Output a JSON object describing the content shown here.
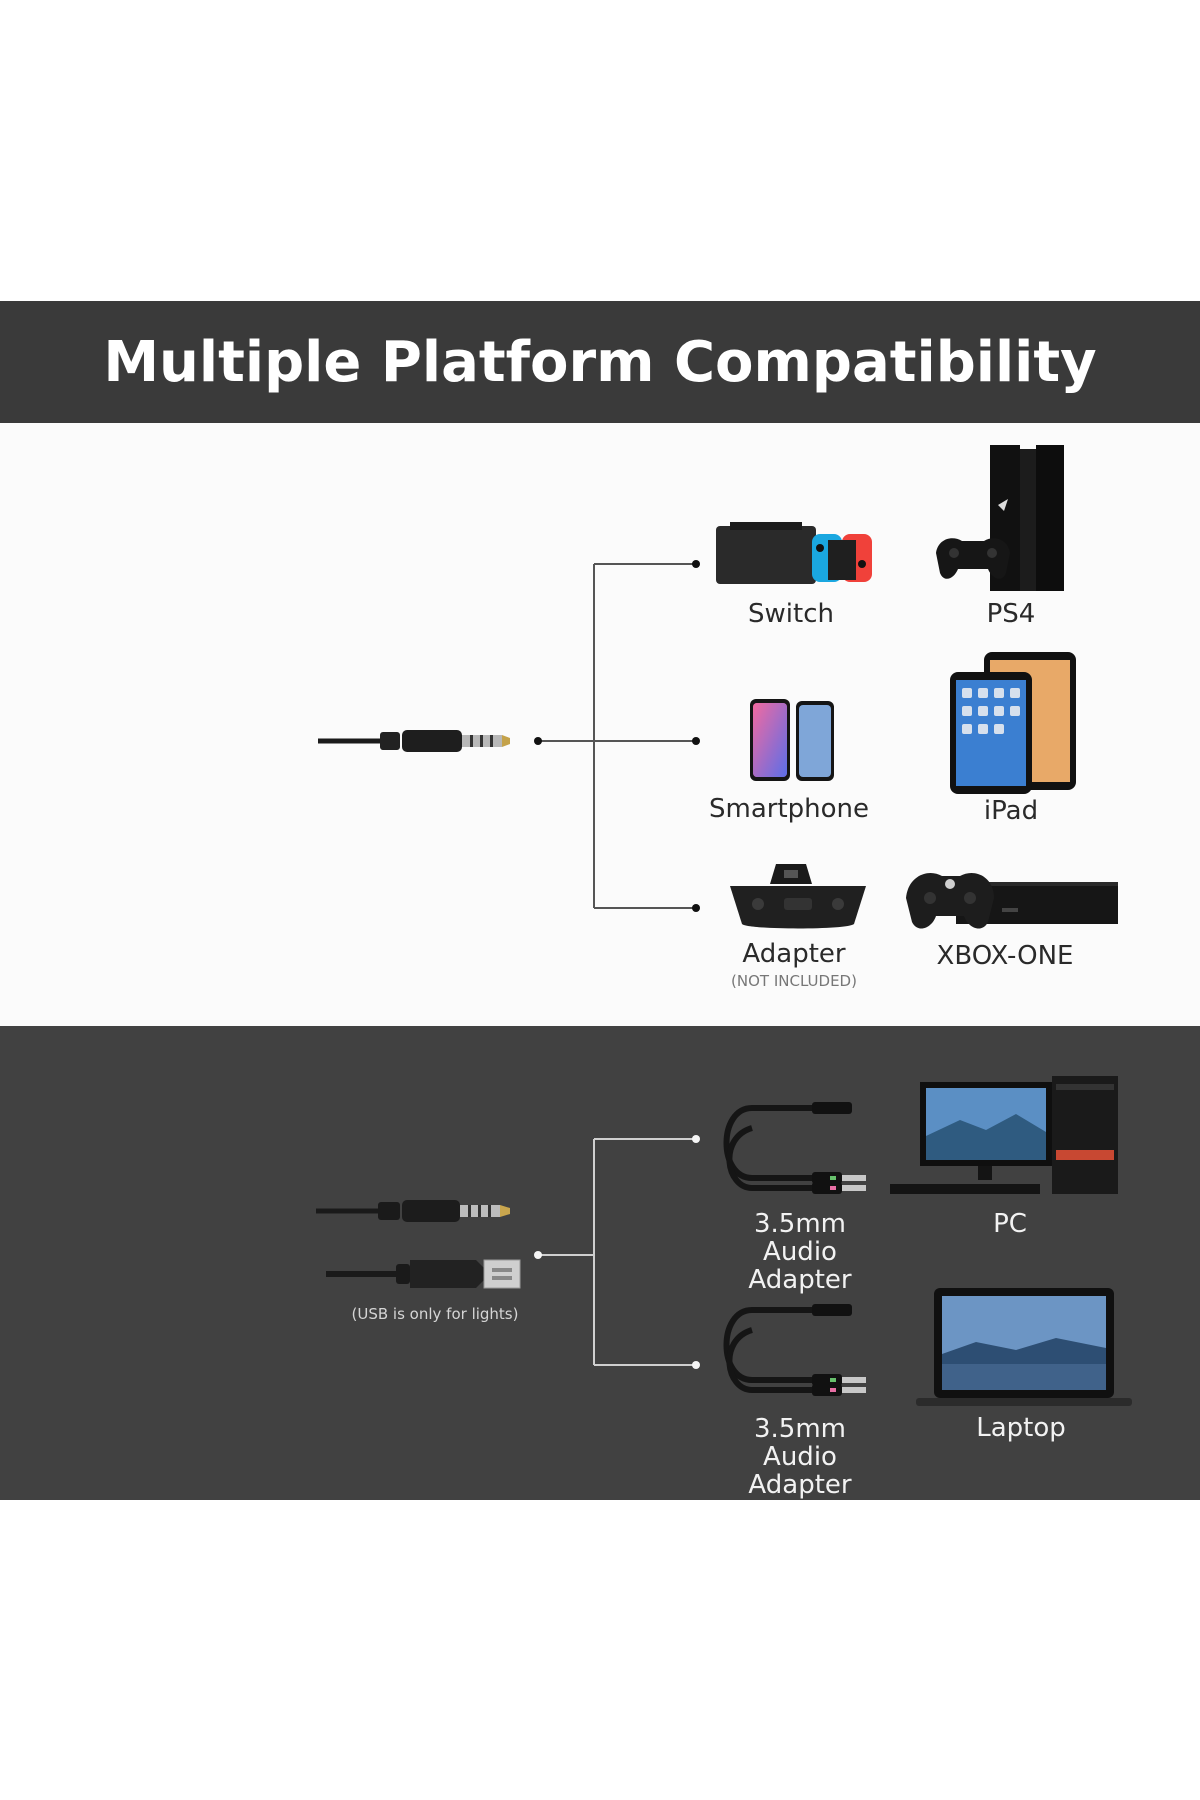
{
  "header": {
    "title": "Multiple Platform Compatibility"
  },
  "top_section": {
    "devices": [
      {
        "label": "Switch"
      },
      {
        "label": "PS4"
      },
      {
        "label": "Smartphone"
      },
      {
        "label": "iPad"
      },
      {
        "label": "Adapter",
        "note": "(NOT INCLUDED)"
      },
      {
        "label": "XBOX-ONE"
      }
    ]
  },
  "bottom_section": {
    "usb_note": "(USB is only for lights)",
    "devices": [
      {
        "label": "3.5mm Audio Adapter"
      },
      {
        "label": "PC"
      },
      {
        "label": "3.5mm Audio Adapter"
      },
      {
        "label": "Laptop"
      }
    ]
  },
  "colors": {
    "banner": "#3a3a3a",
    "dark_panel": "#414141",
    "light_panel": "#fbfbfb",
    "switch_left_joycon": "#1aa7e0",
    "switch_right_joycon": "#f0413a"
  }
}
